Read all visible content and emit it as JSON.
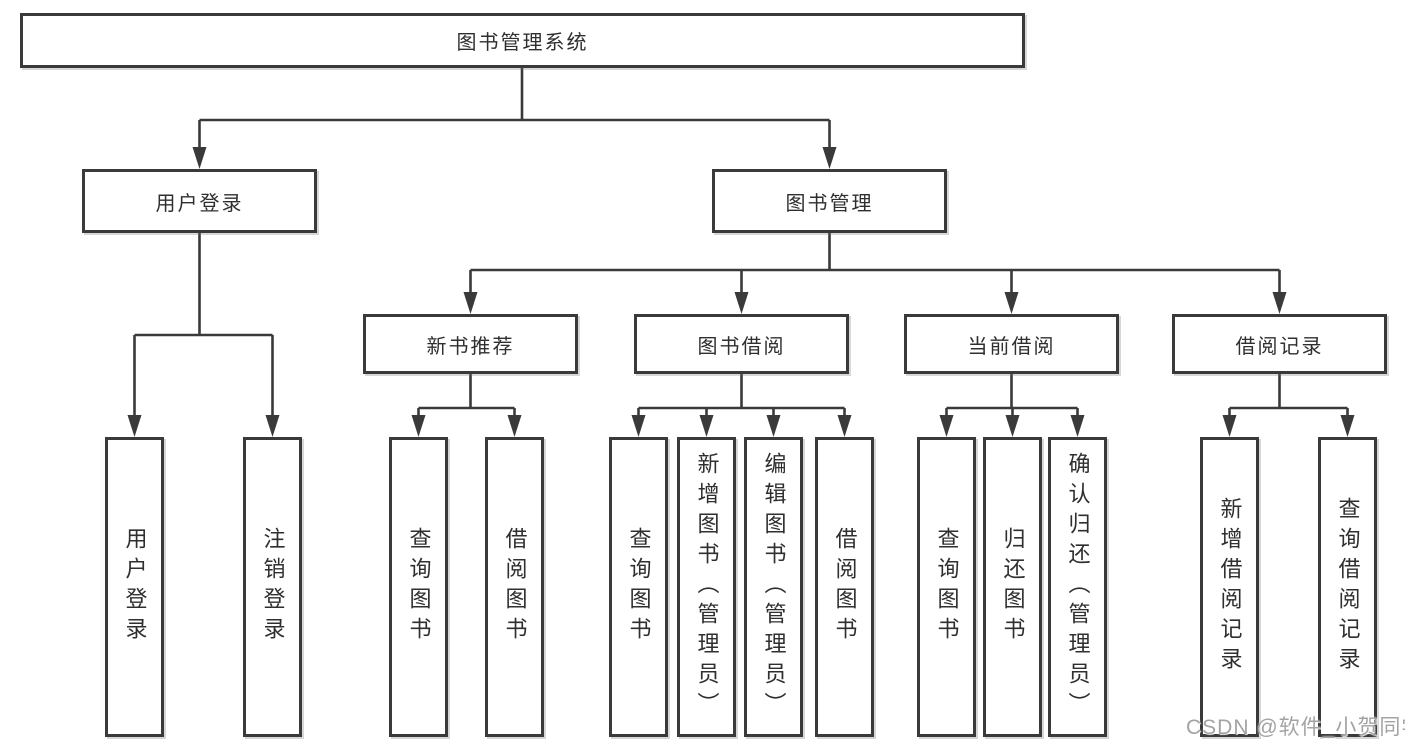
{
  "diagram": {
    "title": "图书管理系统",
    "watermark": "CSDN @软件_小贺同学",
    "colors": {
      "line": "#3a3a3a",
      "box_border": "#3a3a3a",
      "text": "#2f2f2f",
      "background": "#ffffff",
      "watermark": "#a3a3a3"
    },
    "nodes": {
      "root": "图书管理系统",
      "user_login": "用户登录",
      "book_mgmt": "图书管理",
      "new_book_rec": "新书推荐",
      "book_borrow": "图书借阅",
      "current_borrow": "当前借阅",
      "borrow_record": "借阅记录",
      "ul_user_login": "用户登录",
      "ul_logout": "注销登录",
      "nb_query": "查询图书",
      "nb_borrow": "借阅图书",
      "bb_query": "查询图书",
      "bb_add": "新增图书（管理员）",
      "bb_edit": "编辑图书（管理员）",
      "bb_borrow": "借阅图书",
      "cb_query": "查询图书",
      "cb_return": "归还图书",
      "cb_confirm": "确认归还（管理员）",
      "br_add": "新增借阅记录",
      "br_query": "查询借阅记录"
    },
    "hierarchy": {
      "图书管理系统": {
        "用户登录": [
          "用户登录",
          "注销登录"
        ],
        "图书管理": {
          "新书推荐": [
            "查询图书",
            "借阅图书"
          ],
          "图书借阅": [
            "查询图书",
            "新增图书（管理员）",
            "编辑图书（管理员）",
            "借阅图书"
          ],
          "当前借阅": [
            "查询图书",
            "归还图书",
            "确认归还（管理员）"
          ],
          "借阅记录": [
            "新增借阅记录",
            "查询借阅记录"
          ]
        }
      }
    }
  }
}
